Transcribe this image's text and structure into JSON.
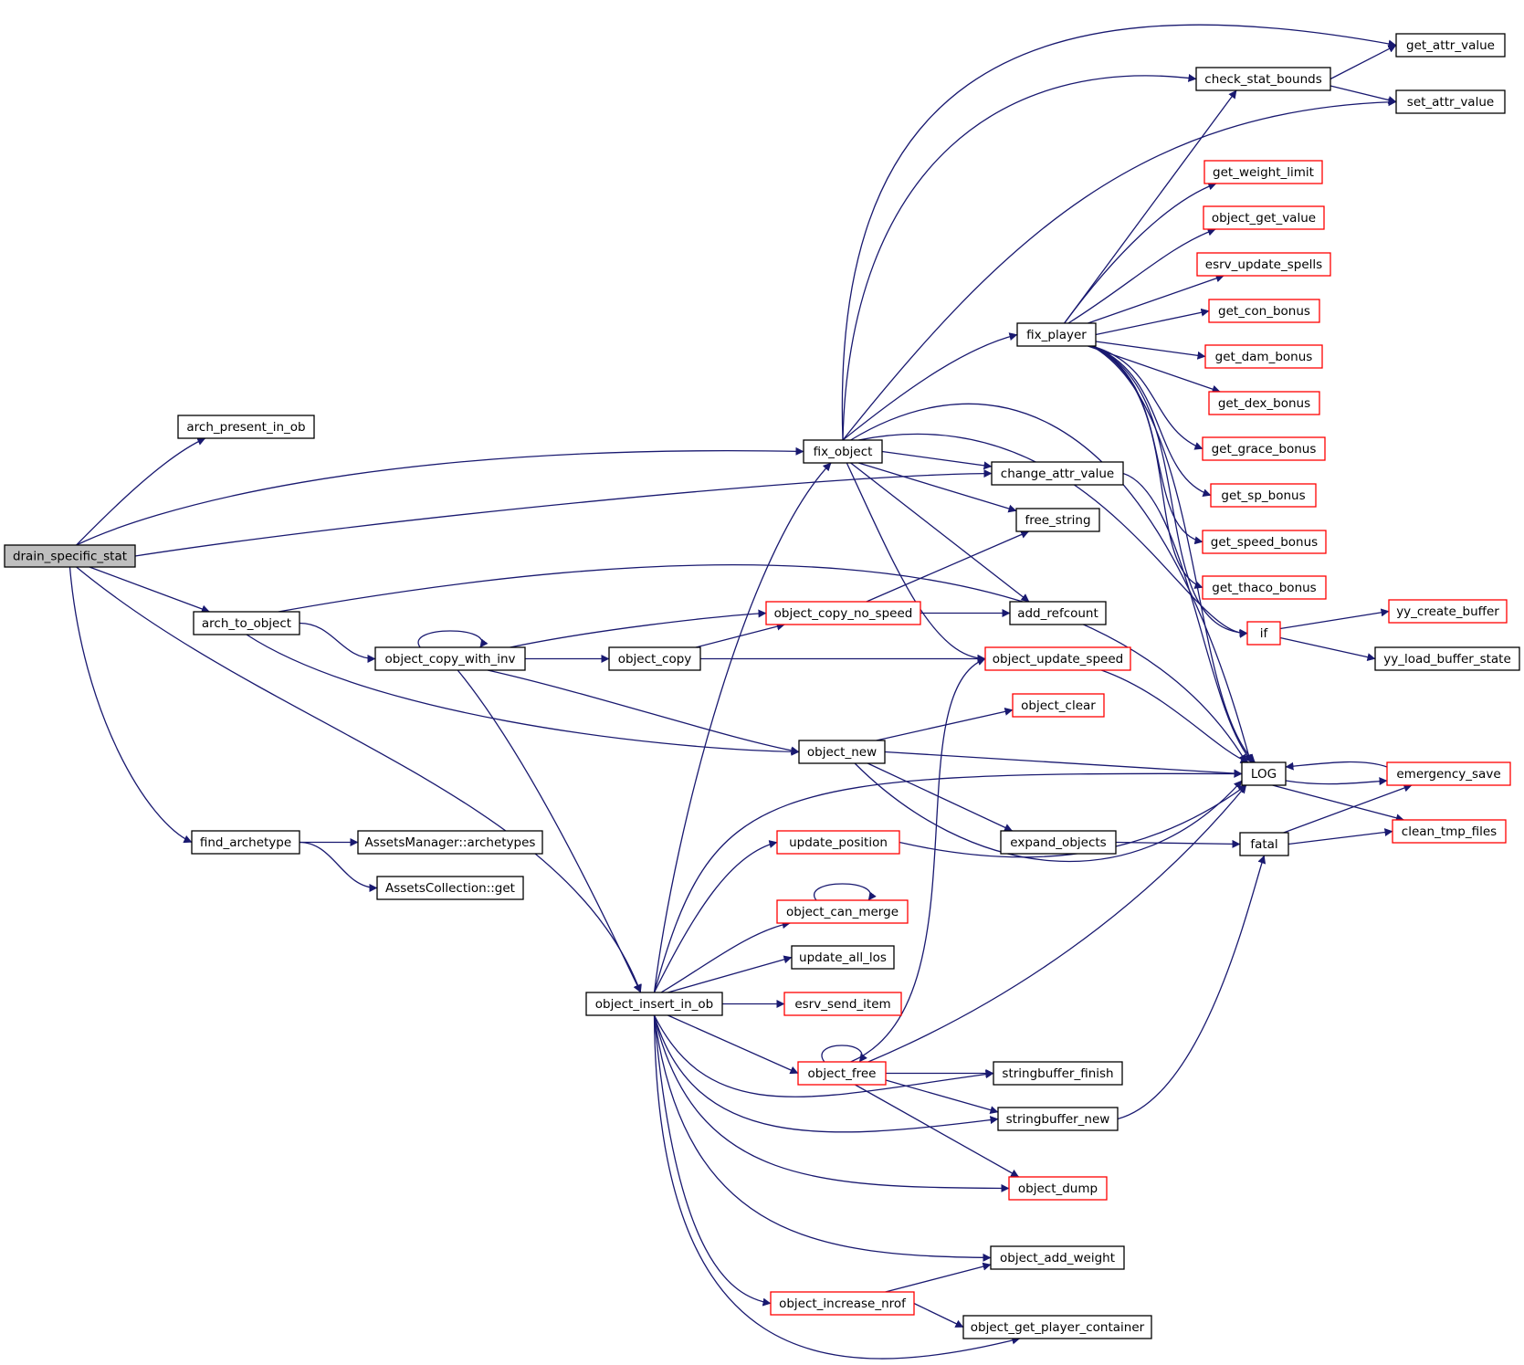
{
  "colors": {
    "edge": "#191970",
    "node_border": "#000000",
    "missing_border": "#ff0000",
    "root_fill": "#bfbfbf",
    "background": "#ffffff"
  },
  "nodes": {
    "drain_specific_stat": {
      "label": "drain_specific_stat",
      "style": "root"
    },
    "arch_present_in_ob": {
      "label": "arch_present_in_ob",
      "style": "normal"
    },
    "arch_to_object": {
      "label": "arch_to_object",
      "style": "normal"
    },
    "find_archetype": {
      "label": "find_archetype",
      "style": "normal"
    },
    "assets_archetypes": {
      "label": "AssetsManager::archetypes",
      "style": "normal"
    },
    "assets_get": {
      "label": "AssetsCollection::get",
      "style": "normal"
    },
    "object_copy_with_inv": {
      "label": "object_copy_with_inv",
      "style": "normal"
    },
    "object_copy": {
      "label": "object_copy",
      "style": "normal"
    },
    "object_insert_in_ob": {
      "label": "object_insert_in_ob",
      "style": "normal"
    },
    "fix_object": {
      "label": "fix_object",
      "style": "normal"
    },
    "object_copy_no_speed": {
      "label": "object_copy_no_speed",
      "style": "missing"
    },
    "object_new": {
      "label": "object_new",
      "style": "normal"
    },
    "update_position": {
      "label": "update_position",
      "style": "missing"
    },
    "object_can_merge": {
      "label": "object_can_merge",
      "style": "missing"
    },
    "update_all_los": {
      "label": "update_all_los",
      "style": "normal"
    },
    "esrv_send_item": {
      "label": "esrv_send_item",
      "style": "missing"
    },
    "object_free": {
      "label": "object_free",
      "style": "missing"
    },
    "object_increase_nrof": {
      "label": "object_increase_nrof",
      "style": "missing"
    },
    "fix_player": {
      "label": "fix_player",
      "style": "normal"
    },
    "change_attr_value": {
      "label": "change_attr_value",
      "style": "normal"
    },
    "free_string": {
      "label": "free_string",
      "style": "normal"
    },
    "add_refcount": {
      "label": "add_refcount",
      "style": "normal"
    },
    "object_update_speed": {
      "label": "object_update_speed",
      "style": "missing"
    },
    "object_clear": {
      "label": "object_clear",
      "style": "missing"
    },
    "expand_objects": {
      "label": "expand_objects",
      "style": "normal"
    },
    "stringbuffer_finish": {
      "label": "stringbuffer_finish",
      "style": "normal"
    },
    "stringbuffer_new": {
      "label": "stringbuffer_new",
      "style": "normal"
    },
    "object_dump": {
      "label": "object_dump",
      "style": "missing"
    },
    "object_add_weight": {
      "label": "object_add_weight",
      "style": "normal"
    },
    "object_get_player_container": {
      "label": "object_get_player_container",
      "style": "normal"
    },
    "check_stat_bounds": {
      "label": "check_stat_bounds",
      "style": "normal"
    },
    "get_weight_limit": {
      "label": "get_weight_limit",
      "style": "missing"
    },
    "object_get_value": {
      "label": "object_get_value",
      "style": "missing"
    },
    "esrv_update_spells": {
      "label": "esrv_update_spells",
      "style": "missing"
    },
    "get_con_bonus": {
      "label": "get_con_bonus",
      "style": "missing"
    },
    "get_dam_bonus": {
      "label": "get_dam_bonus",
      "style": "missing"
    },
    "get_dex_bonus": {
      "label": "get_dex_bonus",
      "style": "missing"
    },
    "get_grace_bonus": {
      "label": "get_grace_bonus",
      "style": "missing"
    },
    "get_sp_bonus": {
      "label": "get_sp_bonus",
      "style": "missing"
    },
    "get_speed_bonus": {
      "label": "get_speed_bonus",
      "style": "missing"
    },
    "get_thaco_bonus": {
      "label": "get_thaco_bonus",
      "style": "missing"
    },
    "if": {
      "label": "if",
      "style": "missing"
    },
    "LOG": {
      "label": "LOG",
      "style": "normal"
    },
    "fatal": {
      "label": "fatal",
      "style": "normal"
    },
    "get_attr_value": {
      "label": "get_attr_value",
      "style": "normal"
    },
    "set_attr_value": {
      "label": "set_attr_value",
      "style": "normal"
    },
    "yy_create_buffer": {
      "label": "yy_create_buffer",
      "style": "missing"
    },
    "yy_load_buffer_state": {
      "label": "yy_load_buffer_state",
      "style": "normal"
    },
    "emergency_save": {
      "label": "emergency_save",
      "style": "missing"
    },
    "clean_tmp_files": {
      "label": "clean_tmp_files",
      "style": "missing"
    }
  },
  "edges": [
    [
      "drain_specific_stat",
      "arch_present_in_ob"
    ],
    [
      "drain_specific_stat",
      "fix_object"
    ],
    [
      "drain_specific_stat",
      "change_attr_value"
    ],
    [
      "drain_specific_stat",
      "arch_to_object"
    ],
    [
      "drain_specific_stat",
      "object_insert_in_ob"
    ],
    [
      "drain_specific_stat",
      "find_archetype"
    ],
    [
      "arch_to_object",
      "object_copy_with_inv"
    ],
    [
      "arch_to_object",
      "object_new"
    ],
    [
      "arch_to_object",
      "LOG"
    ],
    [
      "find_archetype",
      "assets_archetypes"
    ],
    [
      "find_archetype",
      "assets_get"
    ],
    [
      "object_copy_with_inv",
      "object_copy_with_inv"
    ],
    [
      "object_copy_with_inv",
      "object_copy_no_speed"
    ],
    [
      "object_copy_with_inv",
      "object_copy"
    ],
    [
      "object_copy_with_inv",
      "object_new"
    ],
    [
      "object_copy_with_inv",
      "object_insert_in_ob"
    ],
    [
      "object_copy",
      "object_copy_no_speed"
    ],
    [
      "object_copy",
      "object_update_speed"
    ],
    [
      "object_insert_in_ob",
      "fix_object"
    ],
    [
      "object_insert_in_ob",
      "LOG"
    ],
    [
      "object_insert_in_ob",
      "update_position"
    ],
    [
      "object_insert_in_ob",
      "object_can_merge"
    ],
    [
      "object_insert_in_ob",
      "update_all_los"
    ],
    [
      "object_insert_in_ob",
      "esrv_send_item"
    ],
    [
      "object_insert_in_ob",
      "object_free"
    ],
    [
      "object_insert_in_ob",
      "stringbuffer_finish"
    ],
    [
      "object_insert_in_ob",
      "stringbuffer_new"
    ],
    [
      "object_insert_in_ob",
      "object_dump"
    ],
    [
      "object_insert_in_ob",
      "object_add_weight"
    ],
    [
      "object_insert_in_ob",
      "object_increase_nrof"
    ],
    [
      "object_insert_in_ob",
      "object_get_player_container"
    ],
    [
      "fix_object",
      "get_attr_value"
    ],
    [
      "fix_object",
      "check_stat_bounds"
    ],
    [
      "fix_object",
      "set_attr_value"
    ],
    [
      "fix_object",
      "fix_player"
    ],
    [
      "fix_object",
      "change_attr_value"
    ],
    [
      "fix_object",
      "free_string"
    ],
    [
      "fix_object",
      "add_refcount"
    ],
    [
      "fix_object",
      "object_update_speed"
    ],
    [
      "fix_object",
      "LOG"
    ],
    [
      "fix_object",
      "if"
    ],
    [
      "fix_player",
      "check_stat_bounds"
    ],
    [
      "fix_player",
      "get_weight_limit"
    ],
    [
      "fix_player",
      "object_get_value"
    ],
    [
      "fix_player",
      "esrv_update_spells"
    ],
    [
      "fix_player",
      "get_con_bonus"
    ],
    [
      "fix_player",
      "get_dam_bonus"
    ],
    [
      "fix_player",
      "get_dex_bonus"
    ],
    [
      "fix_player",
      "get_grace_bonus"
    ],
    [
      "fix_player",
      "get_sp_bonus"
    ],
    [
      "fix_player",
      "get_speed_bonus"
    ],
    [
      "fix_player",
      "get_thaco_bonus"
    ],
    [
      "fix_player",
      "if"
    ],
    [
      "fix_player",
      "LOG"
    ],
    [
      "check_stat_bounds",
      "get_attr_value"
    ],
    [
      "check_stat_bounds",
      "set_attr_value"
    ],
    [
      "change_attr_value",
      "LOG"
    ],
    [
      "object_copy_no_speed",
      "free_string"
    ],
    [
      "object_copy_no_speed",
      "add_refcount"
    ],
    [
      "object_update_speed",
      "LOG"
    ],
    [
      "object_new",
      "object_clear"
    ],
    [
      "object_new",
      "LOG"
    ],
    [
      "object_new",
      "expand_objects"
    ],
    [
      "object_new",
      "fatal"
    ],
    [
      "expand_objects",
      "fatal"
    ],
    [
      "update_position",
      "LOG"
    ],
    [
      "object_can_merge",
      "object_can_merge"
    ],
    [
      "object_free",
      "object_free"
    ],
    [
      "object_free",
      "object_update_speed"
    ],
    [
      "object_free",
      "LOG"
    ],
    [
      "object_free",
      "stringbuffer_finish"
    ],
    [
      "object_free",
      "stringbuffer_new"
    ],
    [
      "object_free",
      "object_dump"
    ],
    [
      "stringbuffer_new",
      "fatal"
    ],
    [
      "object_increase_nrof",
      "object_add_weight"
    ],
    [
      "object_increase_nrof",
      "object_get_player_container"
    ],
    [
      "if",
      "yy_create_buffer"
    ],
    [
      "if",
      "yy_load_buffer_state"
    ],
    [
      "LOG",
      "emergency_save"
    ],
    [
      "emergency_save",
      "LOG"
    ],
    [
      "LOG",
      "clean_tmp_files"
    ],
    [
      "fatal",
      "emergency_save"
    ],
    [
      "fatal",
      "clean_tmp_files"
    ]
  ]
}
